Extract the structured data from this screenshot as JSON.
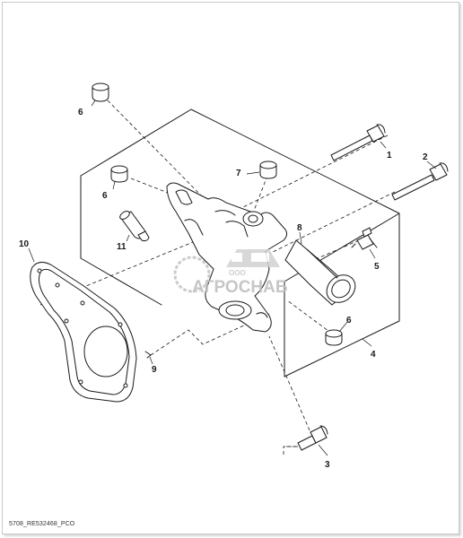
{
  "figure": {
    "id_code": "5708_RE532468_PCO",
    "watermark": {
      "text": "АГРОСНАБ",
      "prefix": "ООО"
    },
    "callouts": [
      {
        "key": "c1",
        "label": "1"
      },
      {
        "key": "c2",
        "label": "2"
      },
      {
        "key": "c3",
        "label": "3"
      },
      {
        "key": "c4",
        "label": "4"
      },
      {
        "key": "c5",
        "label": "5"
      },
      {
        "key": "c6a",
        "label": "6"
      },
      {
        "key": "c6b",
        "label": "6"
      },
      {
        "key": "c6c",
        "label": "6"
      },
      {
        "key": "c7",
        "label": "7"
      },
      {
        "key": "c8",
        "label": "8"
      },
      {
        "key": "c9",
        "label": "9"
      },
      {
        "key": "c10",
        "label": "10"
      },
      {
        "key": "c11",
        "label": "11"
      }
    ]
  },
  "colors": {
    "line": "#1a1a1a",
    "watermark": "#bdbdbd",
    "background": "#ffffff"
  }
}
